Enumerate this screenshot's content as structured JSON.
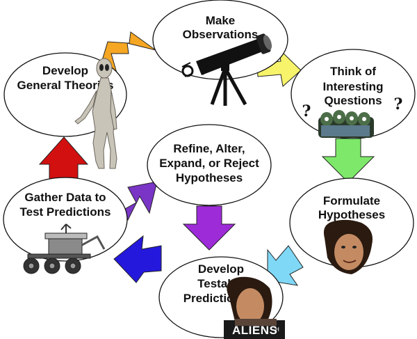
{
  "nodes": {
    "make_observations": [
      "Make",
      "Observations"
    ],
    "think_questions": [
      "Think of",
      "Interesting",
      "Questions"
    ],
    "formulate_hypotheses": [
      "Formulate",
      "Hypotheses"
    ],
    "develop_predictions": [
      "Develop",
      "Testable",
      "Predictions"
    ],
    "gather_data": [
      "Gather Data to",
      "Test Predictions"
    ],
    "develop_theories": [
      "Develop",
      "General Theories"
    ],
    "refine": [
      "Refine, Alter,",
      "Expand, or Reject",
      "Hypotheses"
    ]
  },
  "question_mark": "?",
  "meme_caption": "ALIENS",
  "meme_watermark": "H",
  "colors": {
    "arrow_orange": "#f5a623",
    "arrow_yellow": "#f7f36a",
    "arrow_green": "#7ee86a",
    "arrow_lightblue": "#7fd8f6",
    "arrow_blue": "#2418dc",
    "arrow_red": "#d21010",
    "arrow_purple": "#7a35c6",
    "arrow_violet": "#9d2bd8"
  },
  "icons": [
    "alien-figure-icon",
    "telescope-icon",
    "alien-toys-icon",
    "alien-guy-face-icon",
    "alien-guy-meme-icon",
    "mars-rover-icon"
  ]
}
